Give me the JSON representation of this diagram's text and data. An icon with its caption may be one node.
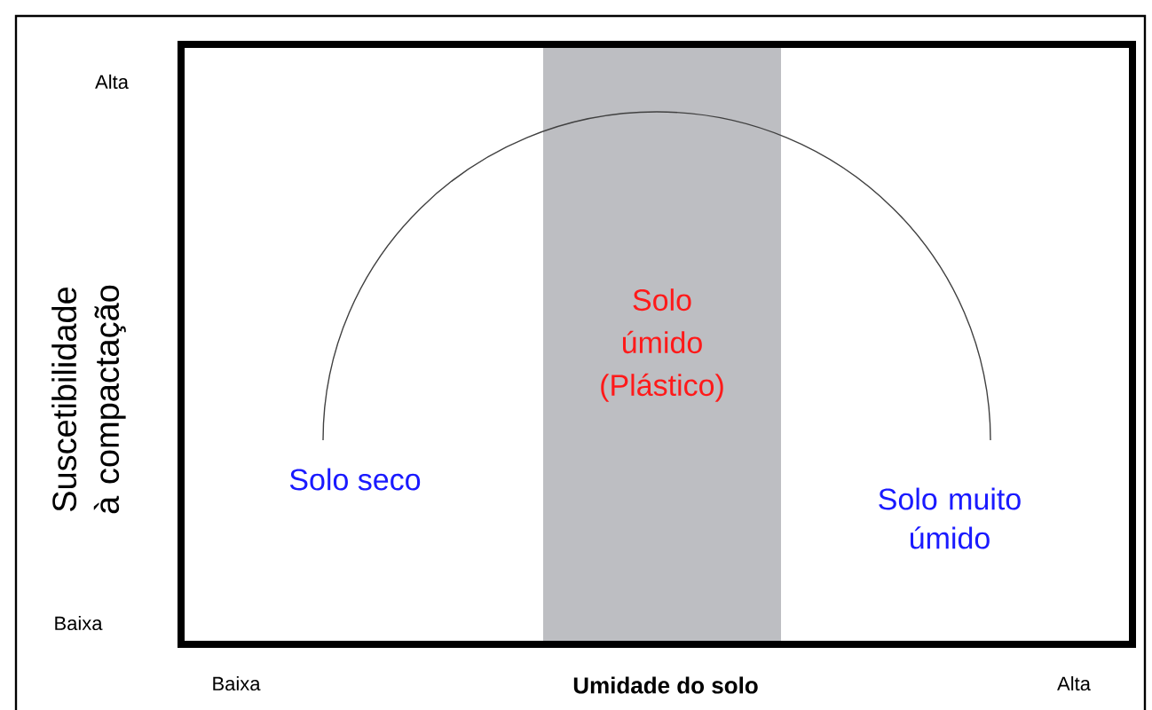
{
  "diagram": {
    "nodes": [
      {
        "text": [
          "Solo úmido (Plástico)"
        ]
      }
    ],
    "labels": [
      "Alta",
      "Suscetibilidade à compactação",
      "Baixa",
      "Solo seco",
      "Solo muito úmido",
      "Baixa",
      "Umidade do solo",
      "Alta"
    ]
  }
}
